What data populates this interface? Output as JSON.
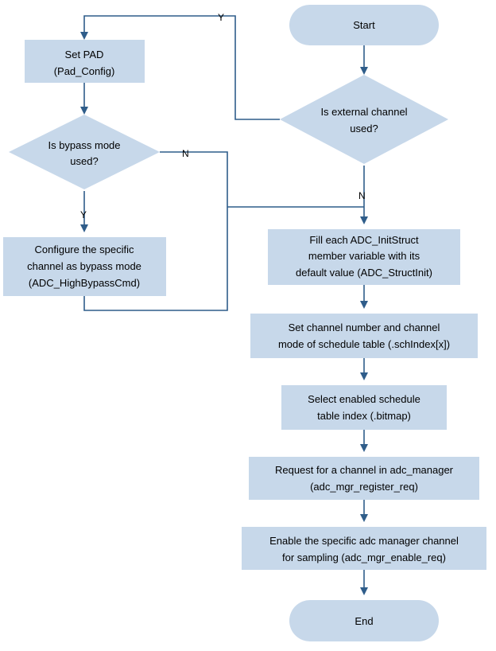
{
  "nodes": {
    "start": "Start",
    "set_pad": [
      "Set PAD",
      "(Pad_Config)"
    ],
    "is_external": [
      "Is external channel",
      "used?"
    ],
    "is_bypass": [
      "Is bypass mode",
      "used?"
    ],
    "configure_bypass": [
      "Configure the specific",
      "channel as bypass mode",
      "(ADC_HighBypassCmd)"
    ],
    "fill_initstruct": [
      "Fill each ADC_InitStruct",
      "member variable with its",
      "default value (ADC_StructInit)"
    ],
    "set_channel": [
      "Set channel number and channel",
      "mode of schedule table (.schIndex[x])"
    ],
    "select_table": [
      "Select enabled schedule",
      "table index (.bitmap)"
    ],
    "request_channel": [
      "Request for a channel in adc_manager",
      "(adc_mgr_register_req)"
    ],
    "enable_channel": [
      "Enable the specific adc manager channel",
      "for sampling (adc_mgr_enable_req)"
    ],
    "end": "End"
  },
  "edge_labels": {
    "external_yes": "Y",
    "external_no": "N",
    "bypass_yes": "Y",
    "bypass_no": "N"
  },
  "colors": {
    "shape_fill": "#c7d8ea",
    "connector": "#2f5d8a"
  }
}
